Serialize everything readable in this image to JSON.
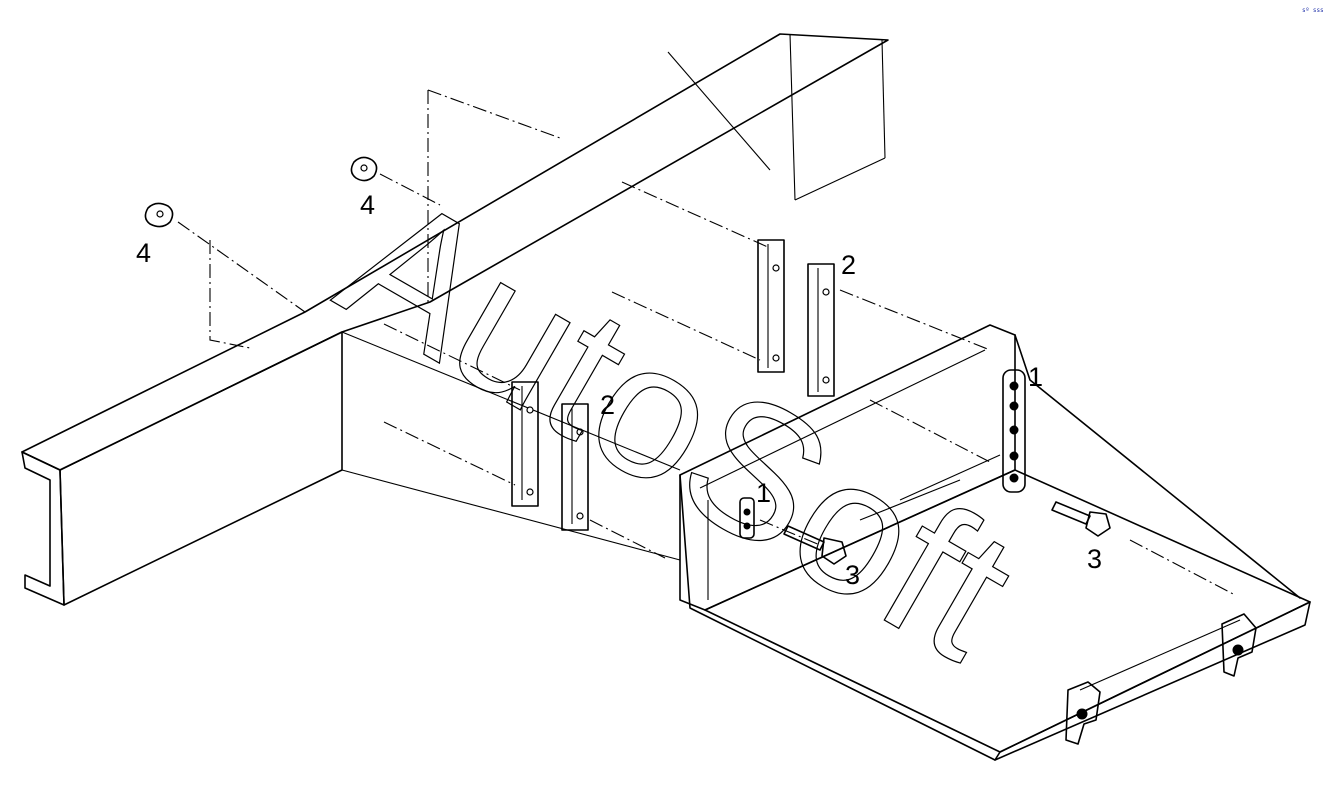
{
  "diagram": {
    "reference_code": "sº sss",
    "watermark": "AutoSoft",
    "callouts": [
      {
        "id": "c1",
        "label": "4"
      },
      {
        "id": "c2",
        "label": "4"
      },
      {
        "id": "c3",
        "label": "2"
      },
      {
        "id": "c4",
        "label": "2"
      },
      {
        "id": "c5",
        "label": "1"
      },
      {
        "id": "c6",
        "label": "1"
      },
      {
        "id": "c7",
        "label": "3"
      },
      {
        "id": "c8",
        "label": "3"
      }
    ]
  }
}
